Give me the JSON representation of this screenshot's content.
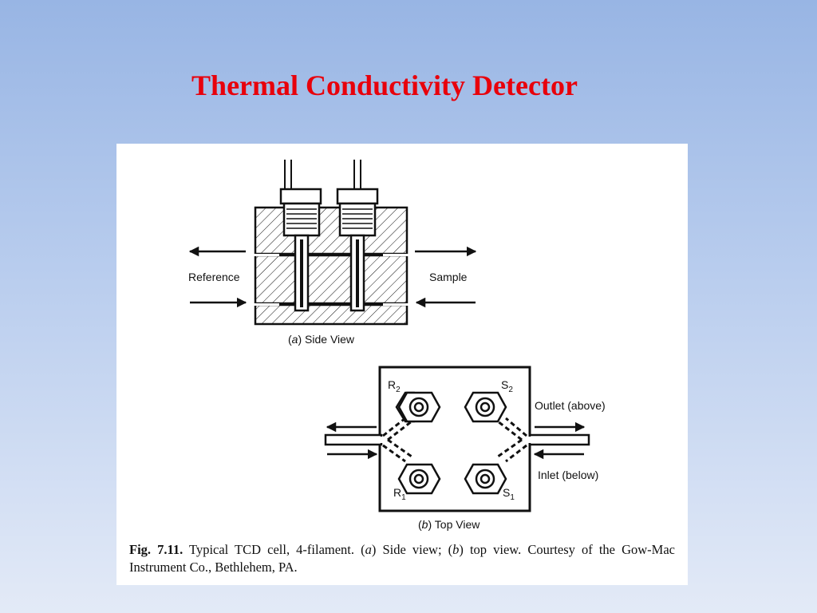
{
  "slide": {
    "title": "Thermal Conductivity Detector"
  },
  "side_view": {
    "left_label": "Reference",
    "right_label": "Sample",
    "caption_letter": "a",
    "caption_text": "Side View"
  },
  "top_view": {
    "ports": [
      {
        "letter": "R",
        "sub": "2"
      },
      {
        "letter": "S",
        "sub": "2"
      },
      {
        "letter": "R",
        "sub": "1"
      },
      {
        "letter": "S",
        "sub": "1"
      }
    ],
    "outlet_label": "Outlet (above)",
    "inlet_label": "Inlet (below)",
    "caption_letter": "b",
    "caption_text": "Top View"
  },
  "caption": {
    "lead": "Fig. 7.11.",
    "part1": "Typical TCD cell, 4-filament. (",
    "a": "a",
    "part2": ") Side view; (",
    "b": "b",
    "part3": ") top view. Courtesy of the Gow-Mac Instrument Co., Bethlehem, PA."
  },
  "colors": {
    "title": "#e8000b",
    "ink": "#111111",
    "panel": "#ffffff"
  }
}
